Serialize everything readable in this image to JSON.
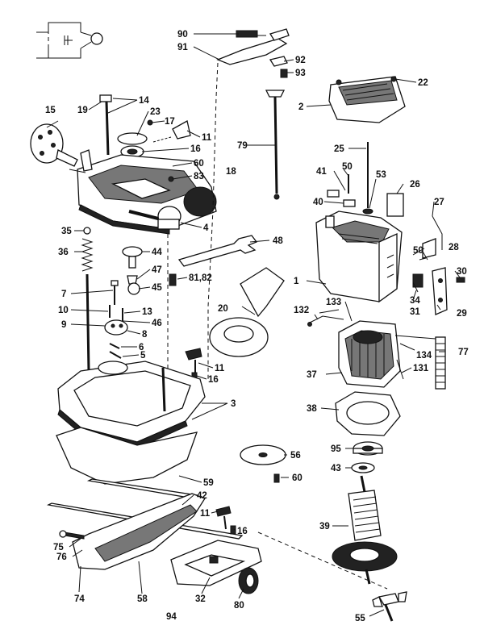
{
  "labels": {
    "l90": "90",
    "l91": "91",
    "l92": "92",
    "l93": "93",
    "l22": "22",
    "l2": "2",
    "l14": "14",
    "l19": "19",
    "l23": "23",
    "l17": "17",
    "l15": "15",
    "l11a": "11",
    "l16a": "16",
    "l60a": "60",
    "l83": "83",
    "l18": "18",
    "l79": "79",
    "l25": "25",
    "l50a": "50",
    "l41": "41",
    "l53": "53",
    "l26": "26",
    "l40": "40",
    "l27": "27",
    "l4": "4",
    "l35": "35",
    "l48": "48",
    "l44": "44",
    "l36": "36",
    "l28": "28",
    "l50b": "50",
    "l47": "47",
    "l30": "30",
    "l81": "81,82",
    "l1": "1",
    "l7": "7",
    "l45": "45",
    "l20": "20",
    "l132": "132",
    "l133": "133",
    "l34": "34",
    "l31": "31",
    "l29": "29",
    "l10": "10",
    "l13": "13",
    "l46": "46",
    "l9": "9",
    "l8": "8",
    "l6": "6",
    "l5": "5",
    "l11b": "11",
    "l16b": "16",
    "l134": "134",
    "l77": "77",
    "l37": "37",
    "l131": "131",
    "l3": "3",
    "l38": "38",
    "l56": "56",
    "l95": "95",
    "l60b": "60",
    "l43": "43",
    "l59": "59",
    "l42": "42",
    "l11c": "11",
    "l16c": "16",
    "l39": "39",
    "l75": "75",
    "l76": "76",
    "l74": "74",
    "l58": "58",
    "l32": "32",
    "l80": "80",
    "l94": "94",
    "l55": "55"
  }
}
